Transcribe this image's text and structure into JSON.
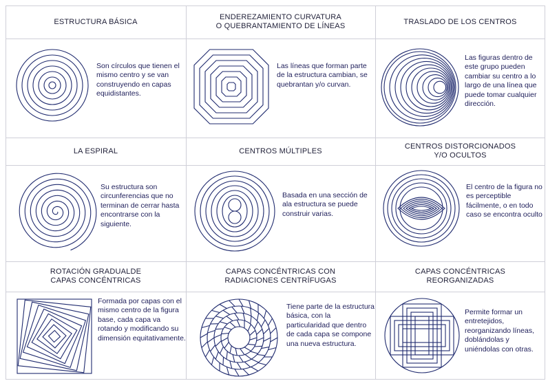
{
  "cells": [
    {
      "title_lines": [
        "ESTRUCTURA BÁSICA"
      ],
      "icon": "concentric-circles",
      "text": "Son círculos que tienen el mismo centro y se van construyendo en capas equidistantes."
    },
    {
      "title_lines": [
        "ENDEREZAMIENTO CURVATURA",
        "O QUEBRANTAMIENTO DE LÍNEAS"
      ],
      "icon": "concentric-octagons",
      "text": "Las líneas que forman parte de la estructura cambian, se quebrantan y/o curvan."
    },
    {
      "title_lines": [
        "TRASLADO DE LOS CENTROS"
      ],
      "icon": "shifted-centers",
      "text": "Las figuras dentro de este grupo pueden cambiar su centro a lo largo de una línea que puede tomar cualquier dirección."
    },
    {
      "title_lines": [
        "LA ESPIRAL"
      ],
      "icon": "spiral",
      "text": "Su estructura son circunferencias que no terminan de cerrar hasta encontrarse con la siguiente."
    },
    {
      "title_lines": [
        "CENTROS MÚLTIPLES"
      ],
      "icon": "multiple-centers",
      "text": "Basada en una sección de ala estructura se puede construir varias."
    },
    {
      "title_lines": [
        "CENTROS DISTORCIONADOS",
        "Y/O OCULTOS"
      ],
      "icon": "distorted-centers",
      "text": "El centro de la figura no es perceptible fácilmente, o en todo caso se encontra oculto"
    },
    {
      "title_lines": [
        "ROTACIÓN GRADUALDE",
        "CAPAS CONCÉNTRICAS"
      ],
      "icon": "rotating-squares",
      "text": "Formada por capas con el mismo centro de la figura base, cada capa va rotando y modificando su dimensión equitativamente."
    },
    {
      "title_lines": [
        "CAPAS CONCÉNTRICAS CON",
        "RADIACIONES CENTRÍFUGAS"
      ],
      "icon": "radiating-layers",
      "text": "Tiene parte de la estructura básica, con la particularidad que dentro de cada capa se compone una nueva estructura."
    },
    {
      "title_lines": [
        "CAPAS CONCÉNTRICAS",
        "REORGANIZADAS"
      ],
      "icon": "interlaced-layers",
      "text": "Permite formar un entretejidos, reorganizando líneas, doblándolas y uniéndolas con otras."
    }
  ]
}
